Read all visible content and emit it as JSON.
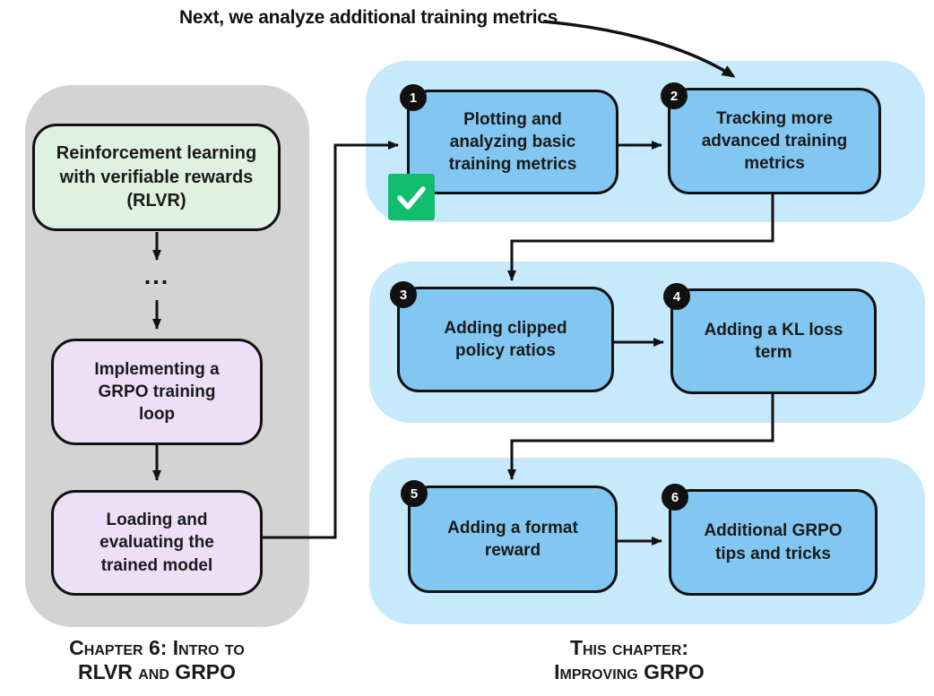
{
  "annotation": {
    "text": "Next, we analyze additional training metrics"
  },
  "left_panel": {
    "caption": {
      "line1": "Chapter 6: Intro to",
      "line2": "RLVR and GRPO"
    },
    "ellipsis": "...",
    "nodes": [
      {
        "label": "Reinforcement learning\nwith verifiable rewards\n(RLVR)"
      },
      {
        "label": "Implementing a\nGRPO training\nloop"
      },
      {
        "label": "Loading and\nevaluating the\ntrained model"
      }
    ]
  },
  "right_panel": {
    "caption": {
      "line1": "This chapter:",
      "line2": "Improving GRPO"
    },
    "steps": [
      {
        "number": "1",
        "label": "Plotting and\nanalyzing basic\ntraining metrics",
        "completed": true
      },
      {
        "number": "2",
        "label": "Tracking more\nadvanced training\nmetrics",
        "completed": false
      },
      {
        "number": "3",
        "label": "Adding clipped\npolicy ratios",
        "completed": false
      },
      {
        "number": "4",
        "label": "Adding a KL loss\nterm",
        "completed": false
      },
      {
        "number": "5",
        "label": "Adding a format\nreward",
        "completed": false
      },
      {
        "number": "6",
        "label": "Additional GRPO\ntips and tricks",
        "completed": false
      }
    ]
  },
  "colors": {
    "row_bg": "#C7E9FC",
    "node_blue": "#82C7F1",
    "node_green": "#DFF2E2",
    "node_purple": "#ECDFF7",
    "panel_gray": "#D3D3D4",
    "check_green": "#12BE6D",
    "badge": "#111111",
    "line": "#111111",
    "bg": "#FFFFFF"
  }
}
